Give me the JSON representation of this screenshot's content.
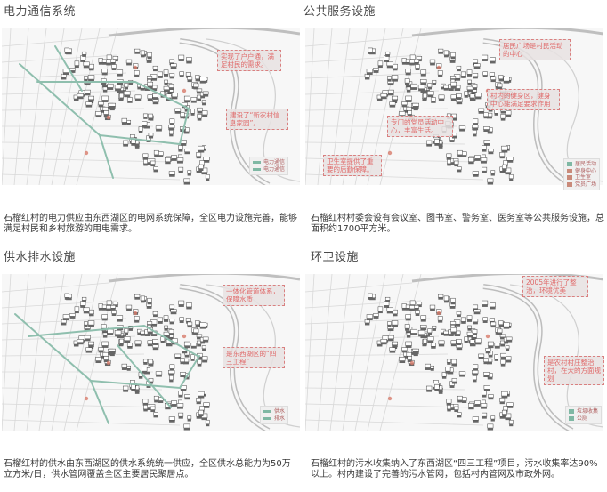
{
  "panels": [
    {
      "title": "电力通信系统",
      "description": "石榴红村的电力供应由东西湖区的电网系统保障，全区电力设施完善，能够满足村民和乡村旅游的用电需求。",
      "callouts": [
        {
          "text": "实现了户户通，满足村民的需求。"
        },
        {
          "text": "建设了“新农村信息家园”。"
        }
      ],
      "legend": [
        {
          "label": "电力通信",
          "color": "#7fb8a4"
        },
        {
          "label": "电力通信",
          "color": "#7fb8a4"
        }
      ]
    },
    {
      "title": "公共服务设施",
      "description": "石榴红村村委会设有会议室、图书室、警务室、医务室等公共服务设施，总面积约1700平方米。",
      "callouts": [
        {
          "text": "居民广场是村民活动的中心"
        },
        {
          "text": "村内的健身区，健身中心能满足要求作用"
        },
        {
          "text": "专门的党员活动中心，丰富生活。"
        },
        {
          "text": "卫生室提供了重要的后勤保障。"
        }
      ],
      "legend": [
        {
          "label": "居民活动",
          "color": "#7fb8a4"
        },
        {
          "label": "健身中心",
          "color": "#c98a7a"
        },
        {
          "label": "卫生室",
          "color": "#c98a7a"
        },
        {
          "label": "党员广场",
          "color": "#c98a7a"
        }
      ]
    },
    {
      "title": "供水排水设施",
      "description": "石榴红村的供水由东西湖区的供水系统统一供应，全区供水总能力为50万立方米/日，供水管网覆盖全区主要居民聚居点。",
      "callouts": [
        {
          "text": "一体化管道体系，保障水质"
        },
        {
          "text": "是东西湖区的“四三工程”"
        }
      ],
      "legend": [
        {
          "label": "供水",
          "color": "#7fb8a4"
        },
        {
          "label": "排水",
          "color": "#7fb8a4"
        }
      ]
    },
    {
      "title": "环卫设施",
      "description": "石榴红村的污水收集纳入了东西湖区“四三工程”项目，污水收集率达90%以上。村内建设了完善的污水管网，包括村内管网及市政外网。",
      "callouts": [
        {
          "text": "2005年进行了整治，环境优美"
        },
        {
          "text": "是农村村庄整治村，在大的方面规划"
        }
      ],
      "legend": [
        {
          "label": "垃圾收集",
          "color": "#7fb8a4"
        },
        {
          "label": "公厕",
          "color": "#7fb8a4"
        }
      ]
    }
  ],
  "colors": {
    "network_line": "#8fbfae",
    "callout_border": "#d98080",
    "callout_text": "#e06a6a",
    "poi": "#d77a6a",
    "building": "#444444",
    "road": "#d8d8d8"
  }
}
